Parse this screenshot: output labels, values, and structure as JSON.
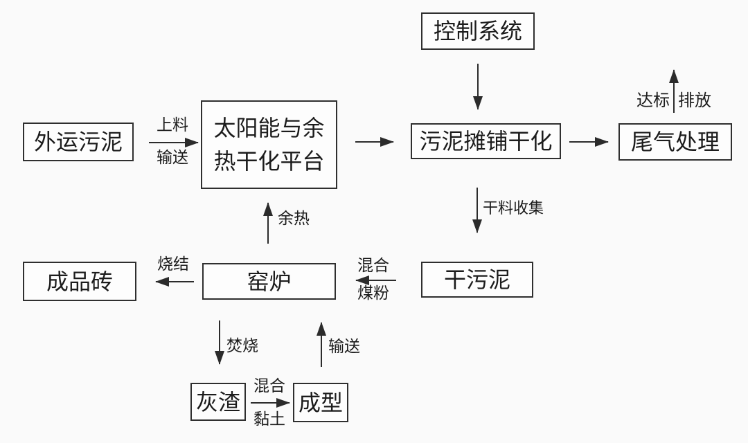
{
  "page": {
    "background_color": "#fafafa",
    "ink_color": "#2b2b2b"
  },
  "diagram": {
    "nodes": {
      "external_sludge": "外运污泥",
      "solar_platform": "太阳能与余热干化平台",
      "control_system": "控制系统",
      "sludge_spreading": "污泥摊铺干化",
      "tail_gas": "尾气处理",
      "dry_sludge": "干污泥",
      "kiln": "窑炉",
      "finished_brick": "成品砖",
      "ash": "灰渣",
      "forming": "成型"
    },
    "edge_labels": {
      "feed_top": "上料",
      "feed_bottom": "输送",
      "standard": "达标",
      "discharge": "排放",
      "dry_collect": "干料收集",
      "waste_heat": "余热",
      "mix_coal_top": "混合",
      "mix_coal_bottom": "煤粉",
      "sinter": "烧结",
      "incinerate": "焚烧",
      "mix_clay_top": "混合",
      "mix_clay_bottom": "黏土",
      "convey": "输送"
    }
  }
}
